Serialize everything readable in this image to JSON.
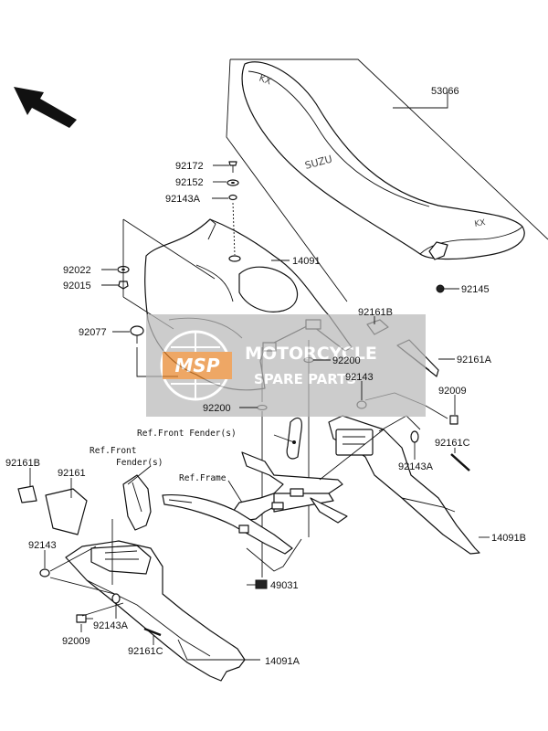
{
  "parts": {
    "p53066": "53066",
    "p92172": "92172",
    "p92152": "92152",
    "p92143A_top": "92143A",
    "p92022": "92022",
    "p92015": "92015",
    "p14091": "14091",
    "p92145": "92145",
    "p92077": "92077",
    "p92161B_right": "92161B",
    "p92161A": "92161A",
    "p92200_a": "92200",
    "p92143_mid": "92143",
    "p92009_right": "92009",
    "p92200_b": "92200",
    "p92161C_right": "92161C",
    "p92143A_mid": "92143A",
    "p14091B": "14091B",
    "p92161B_left": "92161B",
    "p92161": "92161",
    "p92143_left": "92143",
    "p92143A_bottom": "92143A",
    "p92009_left": "92009",
    "p92161C_left": "92161C",
    "p14091A": "14091A",
    "p49031": "49031"
  },
  "refs": {
    "front_fender_mid": "Ref.Front Fender(s)",
    "front_fender_left_1": "Ref.Front",
    "front_fender_left_2": "Fender(s)",
    "frame": "Ref.Frame"
  },
  "watermark": {
    "logo": "MSP",
    "line1": "MOTORCYCLE",
    "line2": "SPARE PARTS"
  },
  "colors": {
    "watermark_bg": "#b9b9b9",
    "watermark_orange": "#e8862a"
  }
}
